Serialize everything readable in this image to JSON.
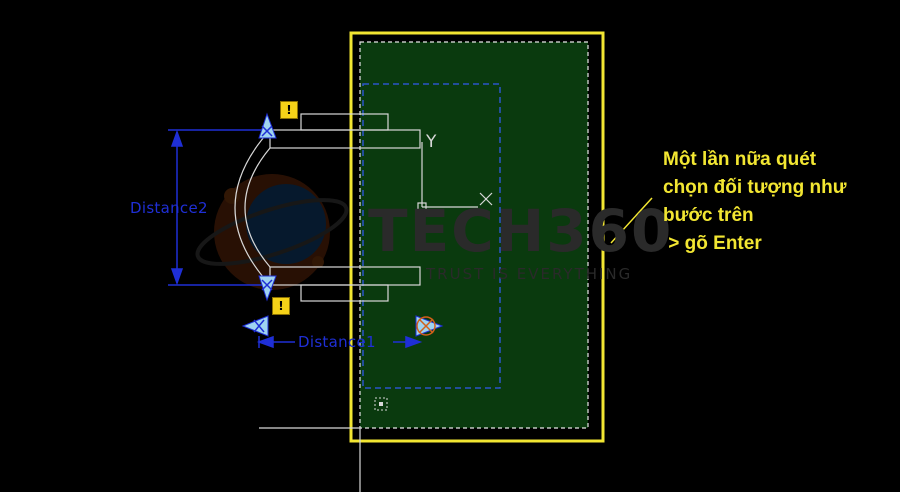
{
  "dimensions": {
    "distance1_label": "Distance1",
    "distance2_label": "Distance2"
  },
  "ucs": {
    "y_label": "Y",
    "x_label": "X"
  },
  "watermark": {
    "brand": "TECH360",
    "tagline": "TRUST IS EVERYTHING"
  },
  "warning_badges": {
    "glyph": "!"
  },
  "callout": {
    "line1": "Một lần nữa quét",
    "line2": "chọn đối tượng như",
    "line3": "bước trên",
    "line4": " > gõ Enter"
  },
  "colors": {
    "background": "#000000",
    "selection_fill": "#0a3a0e",
    "highlight_frame": "#f2e632",
    "dimension": "#1f2fd6",
    "geometry": "#d8d8d8",
    "grip": "#9fd3f0"
  }
}
